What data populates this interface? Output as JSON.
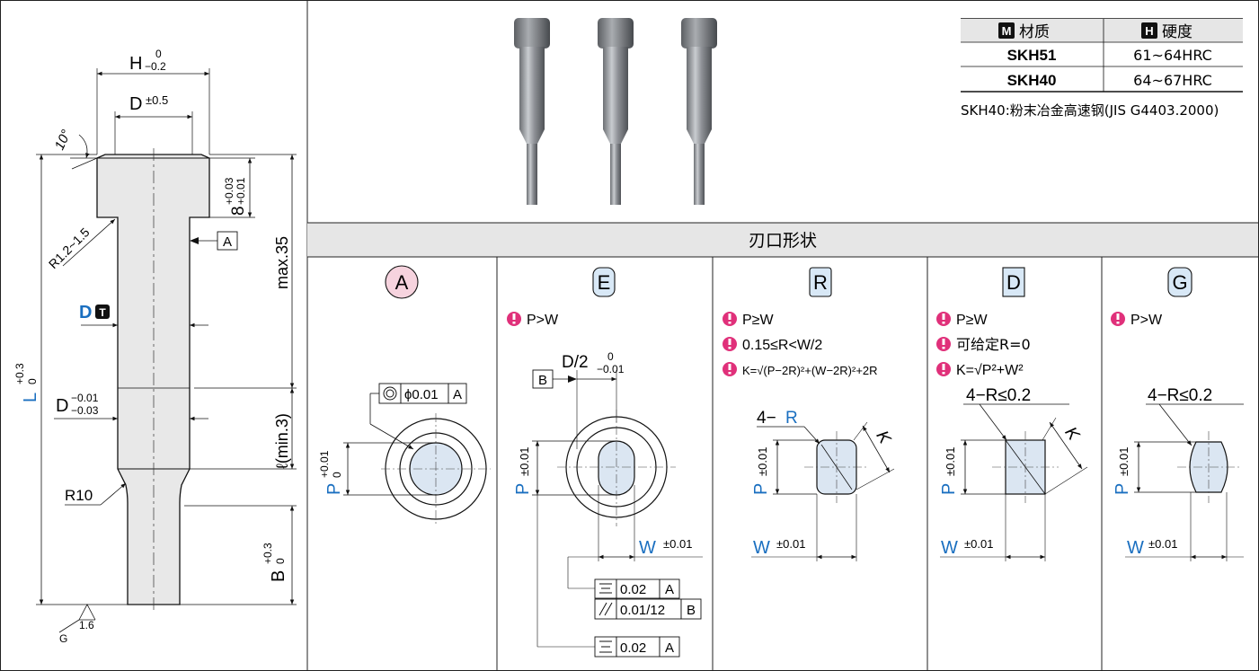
{
  "drawing": {
    "dim_h_base": "H",
    "dim_h_tol_upper": "0",
    "dim_h_tol_lower": "−0.2",
    "dim_d_head_base": "D",
    "dim_d_head_tol": "±0.5",
    "angle_label": "10°",
    "head_height_base": "8",
    "head_height_tol_upper": "+0.03",
    "head_height_tol_lower": "+0.01",
    "fillet_label": "R1.2~1.5",
    "datum_a": "A",
    "max_length_label": "max.35",
    "shank_d_label": "D",
    "shank_d_badge": "T",
    "shank_d2_base": "D",
    "shank_d2_tol_upper": "−0.01",
    "shank_d2_tol_lower": "−0.03",
    "l_min_label": "ℓ(min.3)",
    "total_length_base": "L",
    "total_length_tol_upper": "+0.3",
    "total_length_tol_lower": "0",
    "r10_label": "R10",
    "b_base": "B",
    "b_tol_upper": "+0.3",
    "b_tol_lower": "0",
    "surface_finish_value": "1.6",
    "surface_finish_letter": "G"
  },
  "material_table": {
    "headers": [
      {
        "badge": "M",
        "label": "材质"
      },
      {
        "badge": "H",
        "label": "硬度"
      }
    ],
    "rows": [
      {
        "material": "SKH51",
        "hardness": "61~64HRC"
      },
      {
        "material": "SKH40",
        "hardness": "64~67HRC"
      }
    ],
    "note": "SKH40:粉末冶金高速钢(JIS G4403.2000)"
  },
  "section_title": "刃口形状",
  "shapes": {
    "a": {
      "letter": "A",
      "tolerance": "ϕ0.01",
      "datum": "A",
      "p_base": "P",
      "p_tol_upper": "+0.01",
      "p_tol_lower": "0"
    },
    "e": {
      "letter": "E",
      "condition": "P>W",
      "datum_b": "B",
      "d2_base": "D/2",
      "d2_tol_upper": "0",
      "d2_tol_lower": "−0.01",
      "p_base": "P",
      "p_tol": "±0.01",
      "w_base": "W",
      "w_tol": "±0.01",
      "fcf1_value": "0.02",
      "fcf1_datum": "A",
      "fcf2_value": "0.01/12",
      "fcf2_datum": "B",
      "fcf3_value": "0.02",
      "fcf3_datum": "A"
    },
    "r": {
      "letter": "R",
      "conditions": [
        "P≥W",
        "0.15≤R<W/2",
        "K=√(P−2R)²+(W−2R)²+2R"
      ],
      "corner_prefix": "4−",
      "corner_r": "R",
      "k_label": "K",
      "p_base": "P",
      "p_tol": "±0.01",
      "w_base": "W",
      "w_tol": "±0.01"
    },
    "d": {
      "letter": "D",
      "conditions": [
        "P≥W",
        "可给定R=0",
        "K=√P²+W²"
      ],
      "corner_label": "4−R≤0.2",
      "k_label": "K",
      "p_base": "P",
      "p_tol": "±0.01",
      "w_base": "W",
      "w_tol": "±0.01"
    },
    "g": {
      "letter": "G",
      "condition": "P>W",
      "corner_label": "4−R≤0.2",
      "p_base": "P",
      "p_tol": "±0.01",
      "w_base": "W",
      "w_tol": "±0.01"
    }
  },
  "colors": {
    "accent_blue": "#1a6fc0",
    "caution_pink": "#e0307a",
    "part_fill": "#e8e8e8",
    "tip_fill": "#dbe6f2",
    "title_bar": "#e6e6e6",
    "circle_a": "#f6d3de",
    "circle_e": "#d8e8f6",
    "square_r": "#d8e8f6",
    "square_d": "#d8e8f6",
    "circle_g": "#d8e8f6"
  },
  "icons": [
    "caution-icon",
    "concentricity-icon",
    "symmetry-icon",
    "parallelism-icon",
    "surface-finish-icon"
  ]
}
